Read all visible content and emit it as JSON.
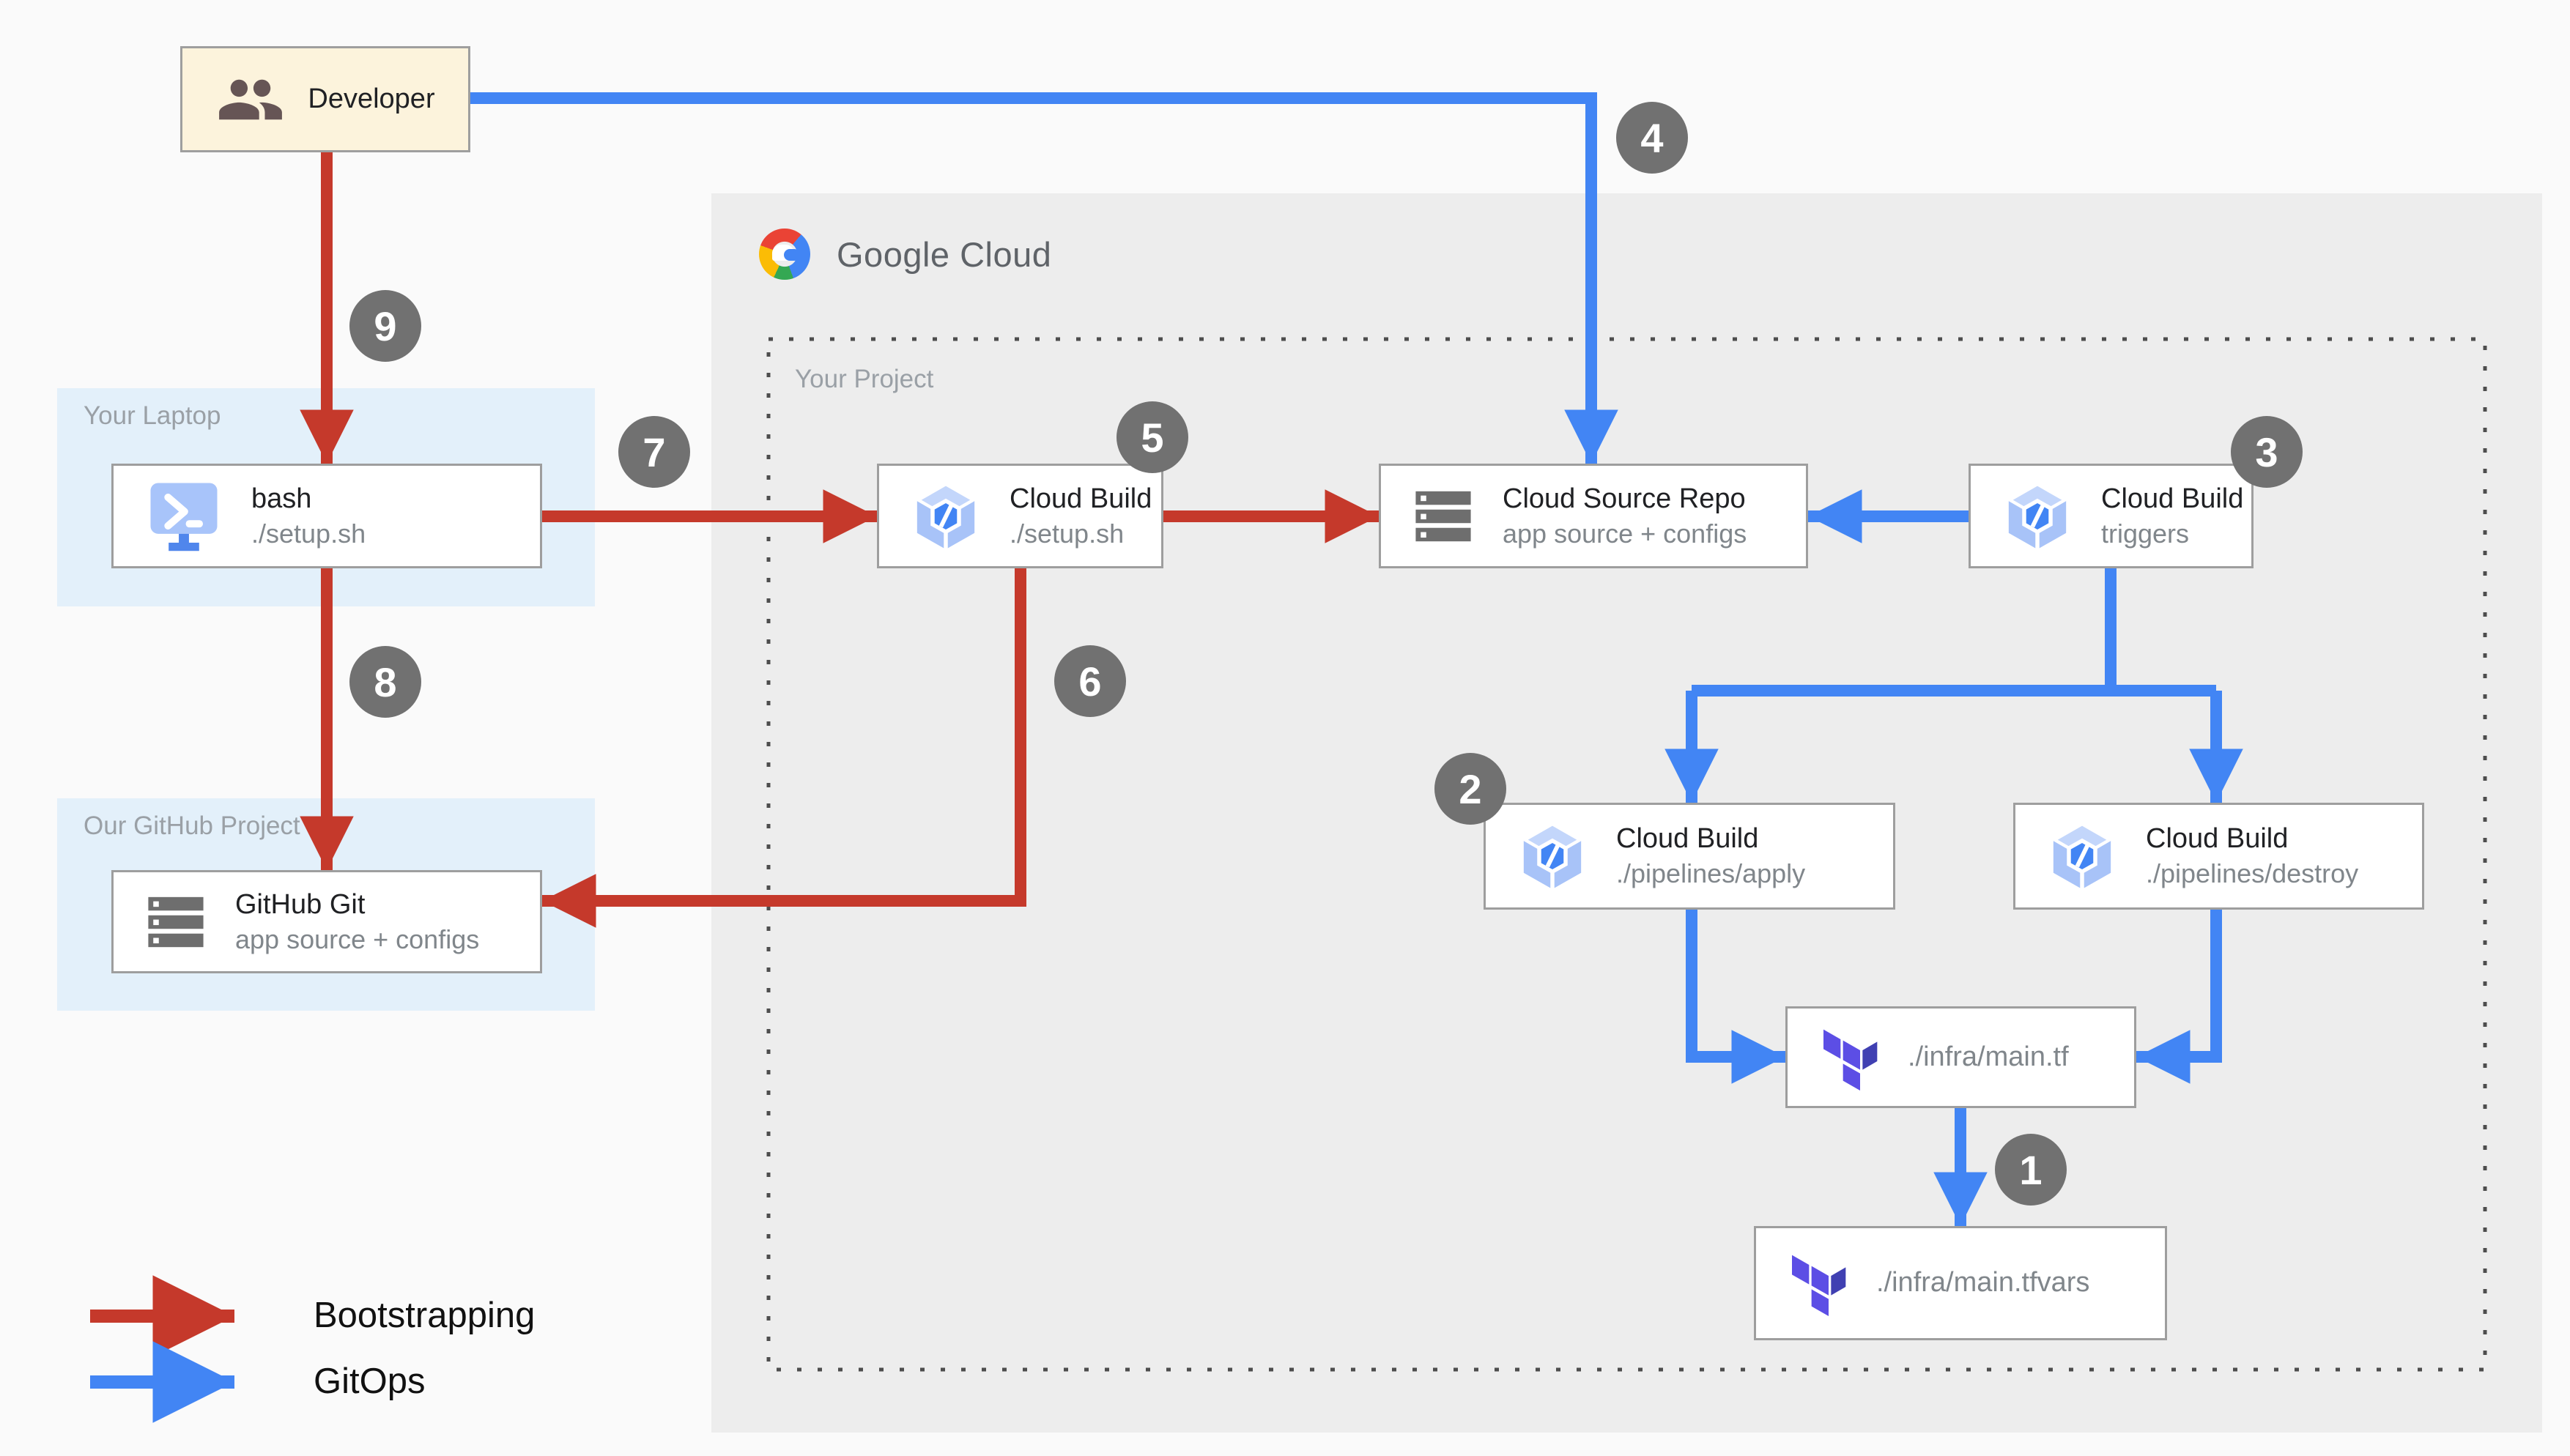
{
  "gcloud": {
    "logo_text": "Google Cloud"
  },
  "panels": {
    "laptop": {
      "label": "Your Laptop"
    },
    "github": {
      "label": "Our GitHub Project"
    },
    "project": {
      "label": "Your Project"
    }
  },
  "nodes": {
    "developer": {
      "label": "Developer"
    },
    "bash": {
      "title": "bash",
      "subtitle": "./setup.sh"
    },
    "github_git": {
      "title": "GitHub Git",
      "subtitle": "app source + configs"
    },
    "cb_setup": {
      "title": "Cloud Build",
      "subtitle": "./setup.sh"
    },
    "source_repo": {
      "title": "Cloud Source Repo",
      "subtitle": "app source + configs"
    },
    "cb_triggers": {
      "title": "Cloud Build",
      "subtitle": "triggers"
    },
    "cb_apply": {
      "title": "Cloud Build",
      "subtitle": "./pipelines/apply"
    },
    "cb_destroy": {
      "title": "Cloud Build",
      "subtitle": "./pipelines/destroy"
    },
    "main_tf": {
      "label": "./infra/main.tf"
    },
    "main_tfvars": {
      "label": "./infra/main.tfvars"
    }
  },
  "badges": {
    "n1": "1",
    "n2": "2",
    "n3": "3",
    "n4": "4",
    "n5": "5",
    "n6": "6",
    "n7": "7",
    "n8": "8",
    "n9": "9"
  },
  "legend": {
    "bootstrapping": "Bootstrapping",
    "gitops": "GitOps"
  },
  "icons": {
    "developer": "people-icon",
    "bash": "terminal-icon",
    "repo": "repository-icon",
    "cloud_build": "cloud-build-icon",
    "terraform": "terraform-icon",
    "google_cloud": "google-cloud-logo-icon"
  },
  "colors": {
    "bootstrapping_red": "#C5392B",
    "gitops_blue": "#4285F4",
    "badge_gray": "#717171",
    "gcloud_panel": "#EDEDED",
    "blue_panel": "#E3F0FA",
    "developer_fill": "#FCF3DC",
    "canvas_bg": "#FAFAFA"
  }
}
